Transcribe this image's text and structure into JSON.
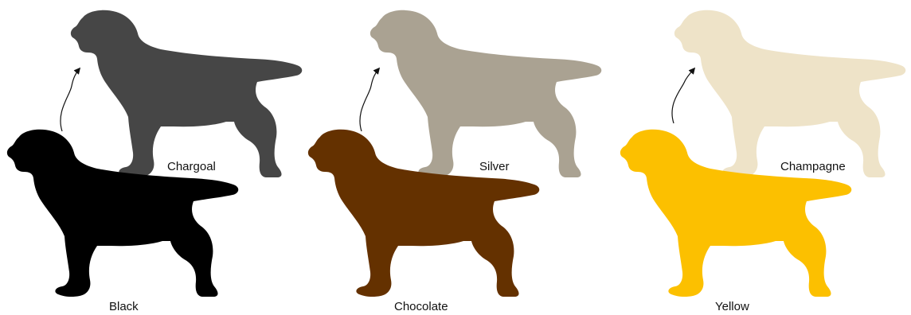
{
  "groups": [
    {
      "base": {
        "label": "Black",
        "color": "#000000"
      },
      "dilute": {
        "label": "Chargoal",
        "color": "#464646"
      }
    },
    {
      "base": {
        "label": "Chocolate",
        "color": "#643100"
      },
      "dilute": {
        "label": "Silver",
        "color": "#aaa292"
      }
    },
    {
      "base": {
        "label": "Yellow",
        "color": "#fcc000"
      },
      "dilute": {
        "label": "Champagne",
        "color": "#eee3c8"
      }
    }
  ]
}
